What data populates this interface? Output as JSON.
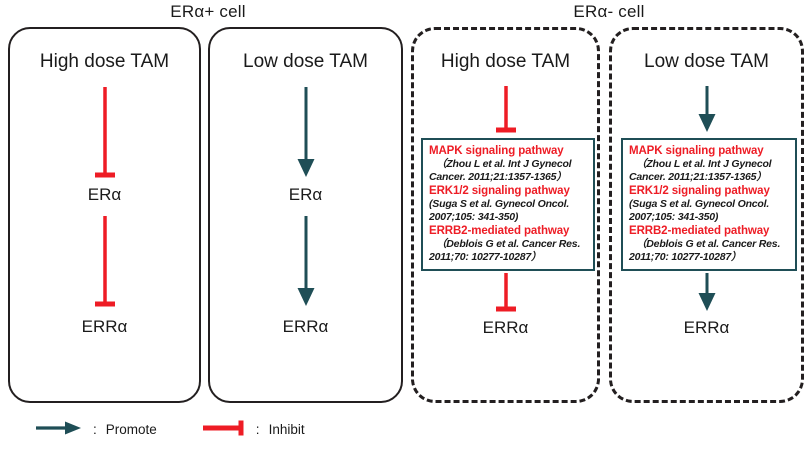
{
  "headers": {
    "era_positive": "ERα+ cell",
    "era_negative": "ERα- cell"
  },
  "colors": {
    "inhibit_red": "#ee1c25",
    "promote_teal": "#1f4e56",
    "panel_border": "#231f20",
    "pathway_box_border": "#1f4e56",
    "background": "#ffffff"
  },
  "panels": [
    {
      "id": "panel-1",
      "cell_type": "ERα+ cell",
      "border_style": "solid",
      "dose_label": "High dose TAM",
      "edge_1": {
        "type": "inhibit",
        "color": "#ee1c25"
      },
      "node_1": "ERα",
      "edge_2": {
        "type": "inhibit",
        "color": "#ee1c25"
      },
      "node_2": "ERRα",
      "pathway_box": null
    },
    {
      "id": "panel-2",
      "cell_type": "ERα+ cell",
      "border_style": "solid",
      "dose_label": "Low dose TAM",
      "edge_1": {
        "type": "promote",
        "color": "#1f4e56"
      },
      "node_1": "ERα",
      "edge_2": {
        "type": "promote",
        "color": "#1f4e56"
      },
      "node_2": "ERRα",
      "pathway_box": null
    },
    {
      "id": "panel-3",
      "cell_type": "ERα- cell",
      "border_style": "dashed",
      "dose_label": "High dose TAM",
      "edge_1": {
        "type": "inhibit",
        "color": "#ee1c25"
      },
      "node_1": null,
      "edge_2": {
        "type": "inhibit",
        "color": "#ee1c25"
      },
      "node_2": "ERRα",
      "pathway_box": "pathways"
    },
    {
      "id": "panel-4",
      "cell_type": "ERα- cell",
      "border_style": "dashed",
      "dose_label": "Low dose TAM",
      "edge_1": {
        "type": "promote",
        "color": "#1f4e56"
      },
      "node_1": null,
      "edge_2": {
        "type": "promote",
        "color": "#1f4e56"
      },
      "node_2": "ERRα",
      "pathway_box": "pathways"
    }
  ],
  "pathways": [
    {
      "name": "MAPK signaling pathway",
      "citation_line_1": "（Zhou L et al. Int J Gynecol",
      "citation_line_2": "Cancer. 2011;21:1357-1365）"
    },
    {
      "name": "ERK1/2 signaling pathway",
      "citation_line_1": "(Suga S et al. Gynecol Oncol.",
      "citation_line_2": "2007;105: 341-350)"
    },
    {
      "name": "ERRB2-mediated pathway",
      "citation_line_1": "（Deblois G et al. Cancer Res.",
      "citation_line_2": "2011;70: 10277-10287）"
    }
  ],
  "legend": {
    "promote": {
      "glyph": "arrow-right",
      "colon": ":",
      "label": "Promote",
      "color": "#1f4e56"
    },
    "inhibit": {
      "glyph": "t-bar-right",
      "colon": ":",
      "label": "Inhibit",
      "color": "#ee1c25"
    }
  }
}
